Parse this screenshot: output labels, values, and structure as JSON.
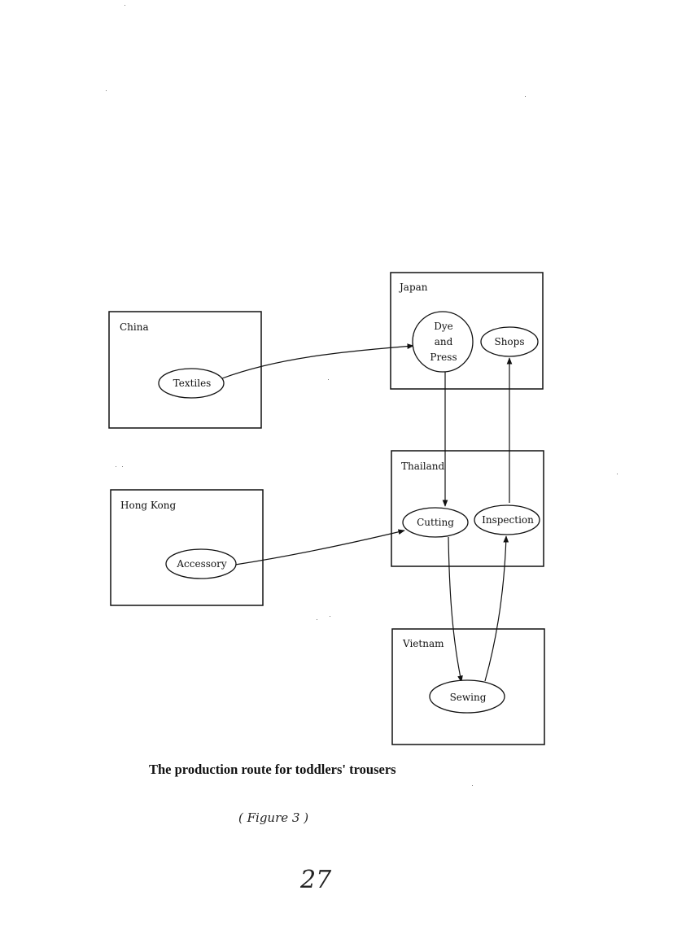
{
  "regions": {
    "china": {
      "label": "China"
    },
    "hongkong": {
      "label": "Hong Kong"
    },
    "japan": {
      "label": "Japan"
    },
    "thailand": {
      "label": "Thailand"
    },
    "vietnam": {
      "label": "Vietnam"
    }
  },
  "nodes": {
    "textiles": "Textiles",
    "accessory": "Accessory",
    "dye": {
      "line1": "Dye",
      "line2": "and",
      "line3": "Press"
    },
    "shops": "Shops",
    "cutting": "Cutting",
    "inspection": "Inspection",
    "sewing": "Sewing"
  },
  "edges": [
    {
      "from": "Textiles",
      "to": "Dye and Press"
    },
    {
      "from": "Dye and Press",
      "to": "Cutting"
    },
    {
      "from": "Accessory",
      "to": "Cutting"
    },
    {
      "from": "Cutting",
      "to": "Sewing"
    },
    {
      "from": "Sewing",
      "to": "Inspection"
    },
    {
      "from": "Inspection",
      "to": "Shops"
    }
  ],
  "caption": "The production route for toddlers' trousers",
  "handwritten_note": "( Figure 3 )",
  "page_number": "27"
}
